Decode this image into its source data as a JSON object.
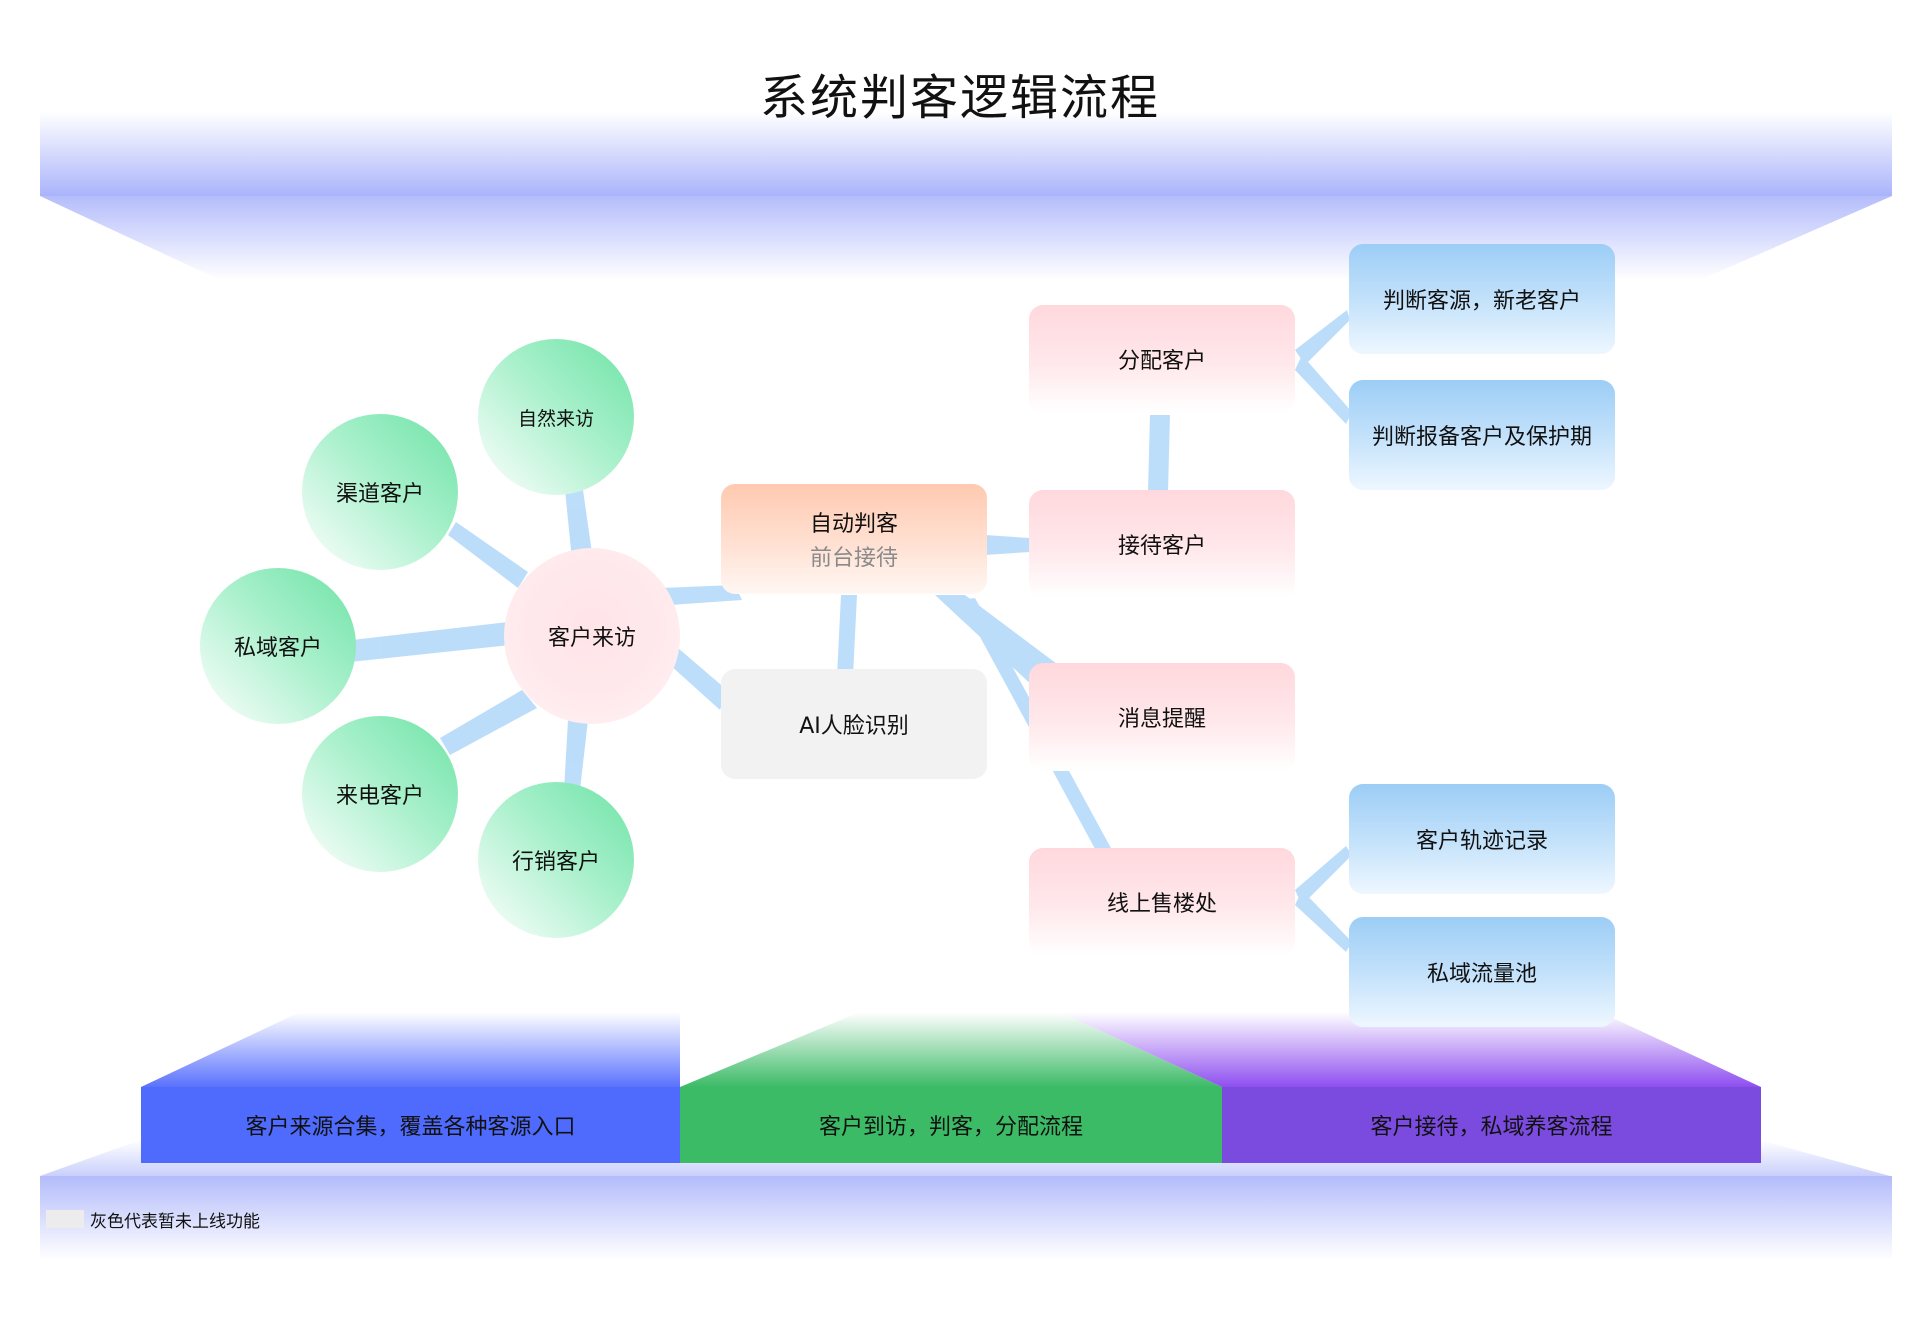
{
  "title": "系统判客逻辑流程",
  "colors": {
    "green_node": "#7ee8b0",
    "pink_node": "#ffdce0",
    "orange_node": "#ffc9b0",
    "blue_node": "#9ccdf6",
    "grey_node": "#f2f2f2",
    "connector": "#b9dcfa",
    "band_blue": "#4f6bfd",
    "band_green": "#3cbb67",
    "band_purple": "#7b4be0"
  },
  "sources": {
    "natural": "自然来访",
    "channel": "渠道客户",
    "private": "私域客户",
    "phone": "来电客户",
    "marketing": "行销客户"
  },
  "hub": "客户来访",
  "auto": {
    "title": "自动判客",
    "subtitle": "前台接待"
  },
  "ai_face": "AI人脸识别",
  "process": {
    "assign": "分配客户",
    "reception": "接待客户",
    "message": "消息提醒",
    "online": "线上售楼处"
  },
  "outcomes": {
    "source_check": "判断客源，新老客户",
    "report_check": "判断报备客户及保护期",
    "trajectory": "客户轨迹记录",
    "pool": "私域流量池"
  },
  "bands": [
    "客户来源合集，覆盖各种客源入口",
    "客户到访，判客，分配流程",
    "客户接待，私域养客流程"
  ],
  "legend": "灰色代表暂未上线功能"
}
